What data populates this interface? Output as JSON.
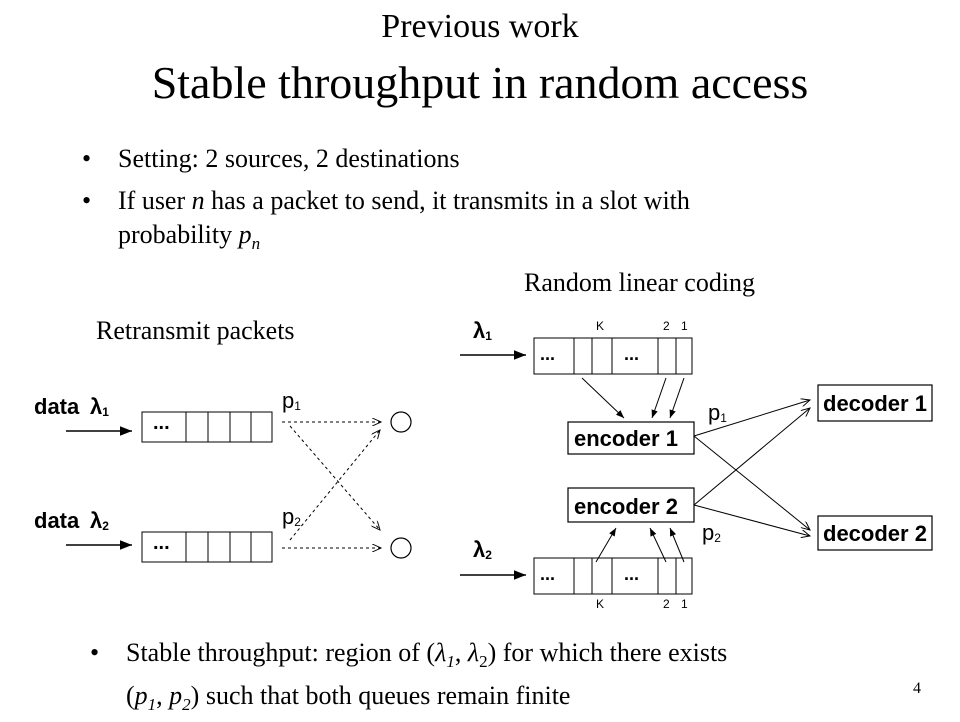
{
  "title": {
    "line1": "Previous work",
    "line2": "Stable throughput in random access"
  },
  "bullets": {
    "b1": "Setting: 2 sources, 2 destinations",
    "b2_pre": "If user ",
    "b2_var": "n",
    "b2_mid": " has a packet to send, it transmits in a slot with",
    "b2_line2": "probability ",
    "b2_p": "p",
    "b2_sub": "n",
    "b3_pre": "Stable throughput: region of (",
    "b3_l1": "λ",
    "b3_l1sub": "1",
    "b3_sep": ", ",
    "b3_l2": "λ",
    "b3_l2sub": "2",
    "b3_post": ") for which there exists",
    "b3_line2_open": "(",
    "b3_p1": "p",
    "b3_p1sub": "1",
    "b3_p2": "p",
    "b3_p2sub": "2",
    "b3_line2_post": ") such that both queues remain finite",
    "marker": "•"
  },
  "diagram": {
    "left_caption": "Retransmit packets",
    "right_caption": "Random linear coding",
    "data_label": "data",
    "lambda": "λ",
    "sub1": "1",
    "sub2": "2",
    "p": "p",
    "dots": "...",
    "k": "K",
    "two": "2",
    "one": "1",
    "encoder1": "encoder 1",
    "encoder2": "encoder 2",
    "decoder1": "decoder 1",
    "decoder2": "decoder 2"
  },
  "slide_number": "4"
}
